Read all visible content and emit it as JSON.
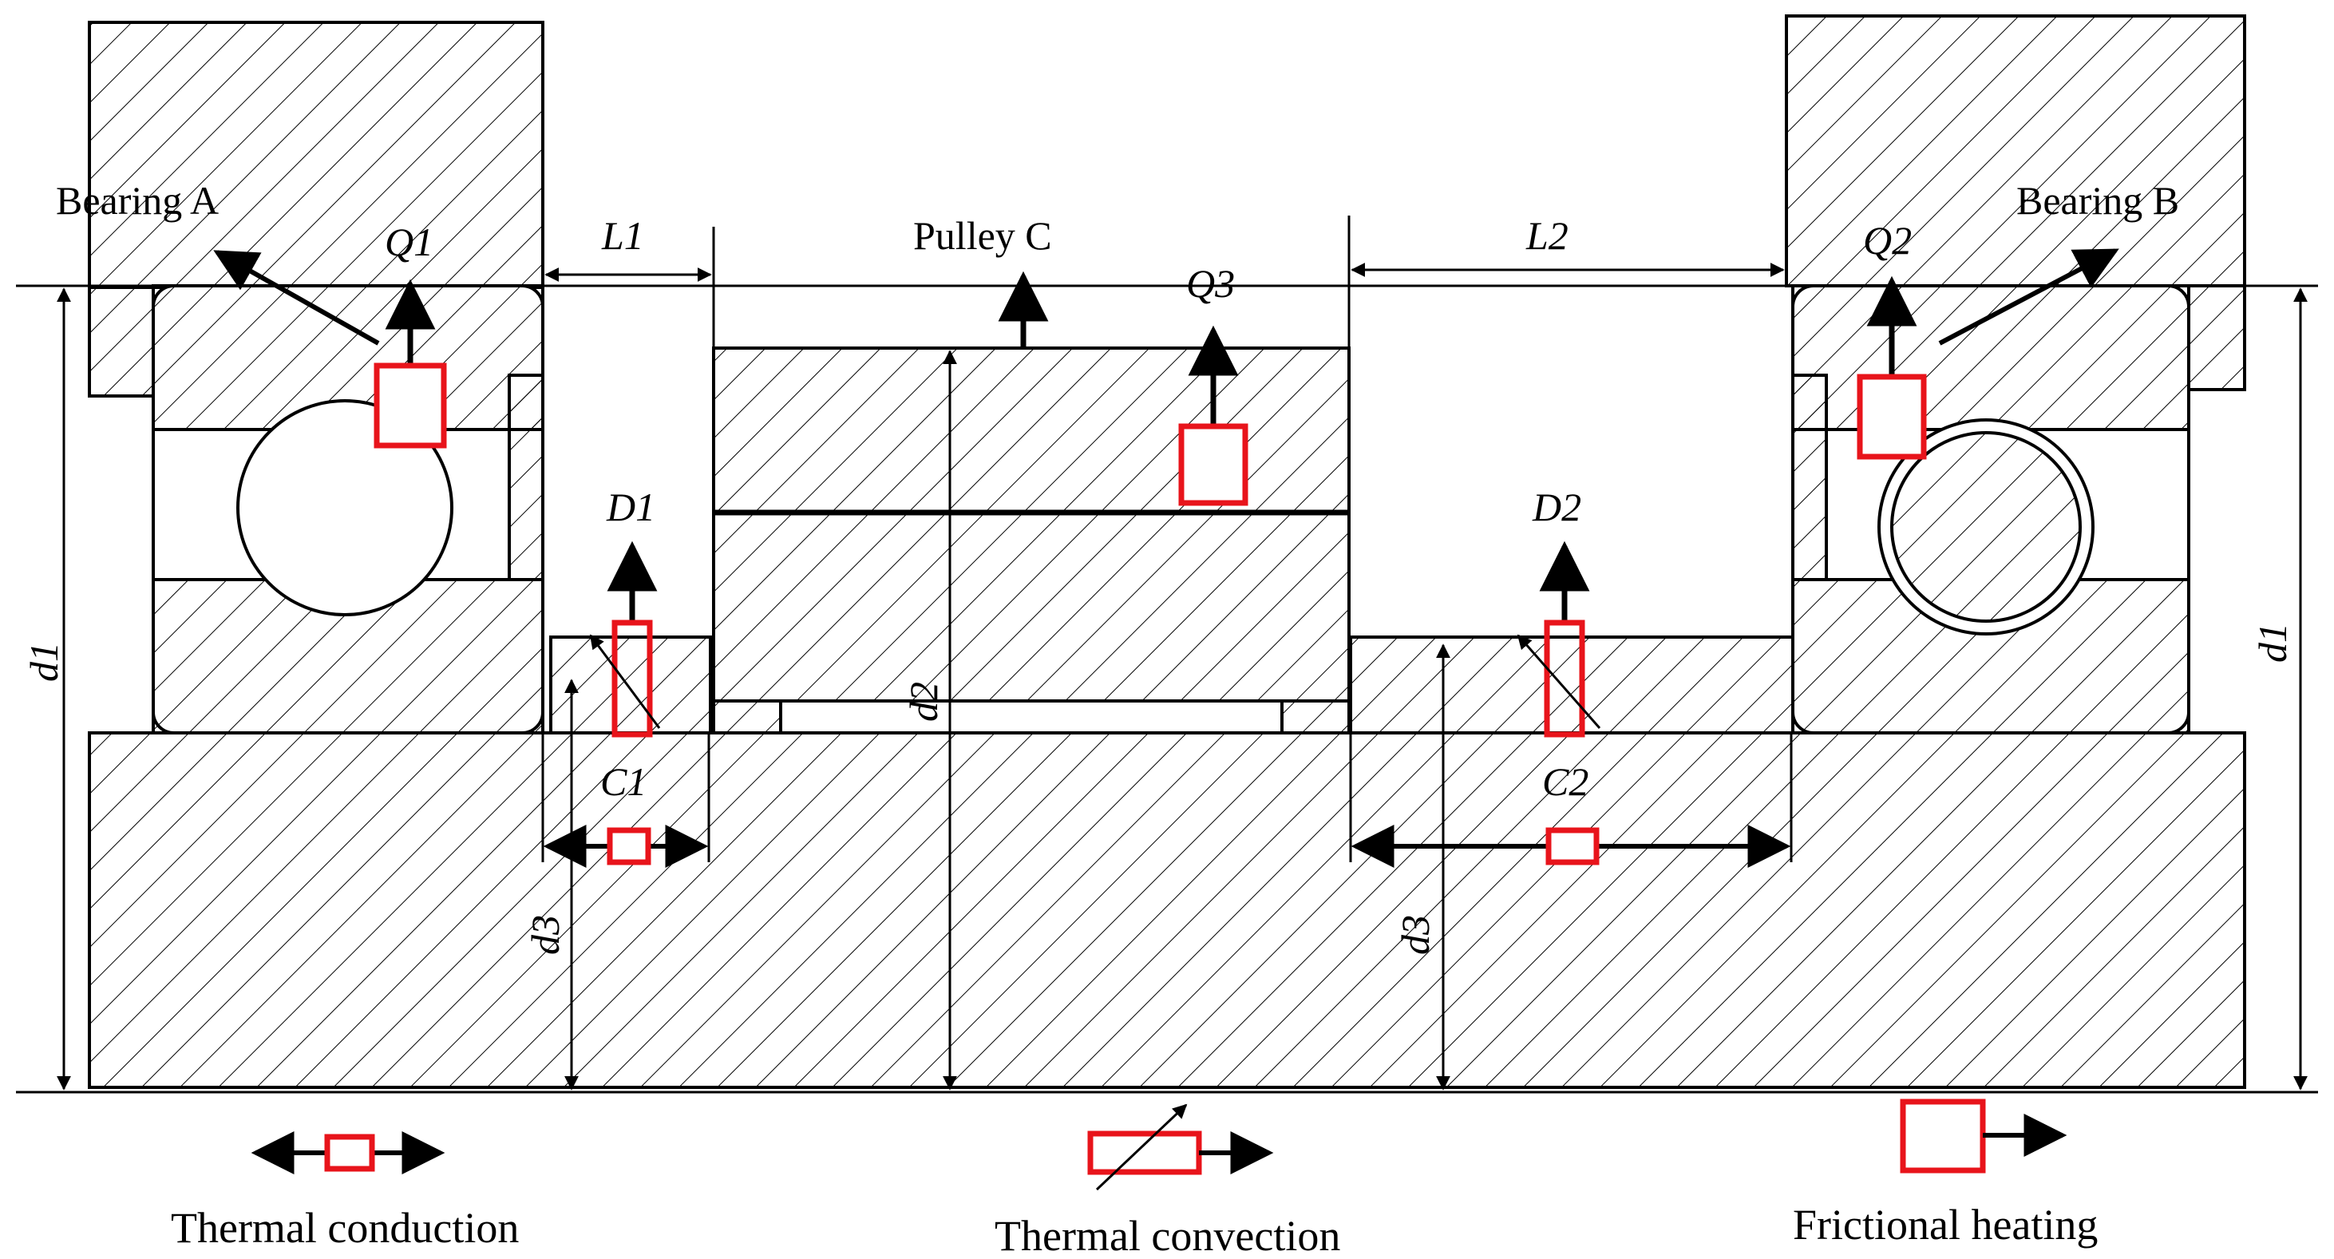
{
  "labels": {
    "bearing_a": "Bearing A",
    "bearing_b": "Bearing B",
    "pulley_c": "Pulley C",
    "q1": "Q1",
    "q2": "Q2",
    "q3": "Q3",
    "l1": "L1",
    "l2": "L2",
    "d1_left": "D1",
    "d2_right": "D2",
    "c1": "C1",
    "c2": "C2",
    "dim_d1_left": "d1",
    "dim_d1_right": "d1",
    "dim_d2": "d2",
    "dim_d3_left": "d3",
    "dim_d3_right": "d3"
  },
  "legend": {
    "conduction": "Thermal conduction",
    "convection": "Thermal convection",
    "friction": "Frictional heating"
  },
  "colors": {
    "heat_box": "#e8141b",
    "line": "#000000"
  }
}
